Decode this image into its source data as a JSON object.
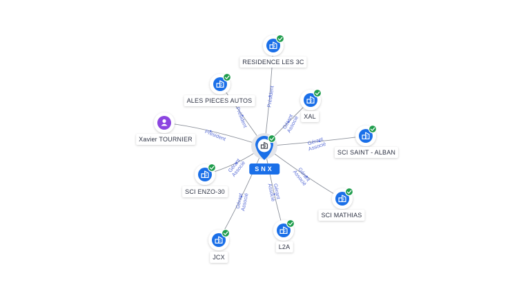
{
  "colors": {
    "edge": "#8a8f99",
    "edge_label": "#5b6fd6",
    "company_icon": "#1a6fe8",
    "person_icon": "#8b45e0",
    "check_badge": "#1f9d4c",
    "center_label_bg": "#1a6fe8"
  },
  "center": {
    "label": "SNX",
    "icon": "building-icon",
    "verified": true
  },
  "nodes": [
    {
      "id": "residence",
      "label": "RESIDENCE LES 3C",
      "type": "company",
      "verified": true
    },
    {
      "id": "ales",
      "label": "ALES PIECES AUTOS",
      "type": "company",
      "verified": true
    },
    {
      "id": "xal",
      "label": "XAL",
      "type": "company",
      "verified": true
    },
    {
      "id": "xavier",
      "label": "Xavier TOURNIER",
      "type": "person",
      "verified": false
    },
    {
      "id": "saintalban",
      "label": "SCI SAINT - ALBAN",
      "type": "company",
      "verified": true
    },
    {
      "id": "enzo",
      "label": "SCI ENZO-30",
      "type": "company",
      "verified": true
    },
    {
      "id": "mathias",
      "label": "SCI MATHIAS",
      "type": "company",
      "verified": true
    },
    {
      "id": "jcx",
      "label": "JCX",
      "type": "company",
      "verified": true
    },
    {
      "id": "l2a",
      "label": "L2A",
      "type": "company",
      "verified": true
    }
  ],
  "edges": [
    {
      "to": "residence",
      "label": [
        "Président"
      ]
    },
    {
      "to": "ales",
      "label": [
        "Président"
      ]
    },
    {
      "to": "xal",
      "label": [
        "Gérant",
        "Associé"
      ]
    },
    {
      "to": "xavier",
      "label": [
        "Président"
      ]
    },
    {
      "to": "saintalban",
      "label": [
        "Gérant",
        "Associé"
      ]
    },
    {
      "to": "enzo",
      "label": [
        "Gérant",
        "Associé"
      ]
    },
    {
      "to": "mathias",
      "label": [
        "Gérant",
        "Associé"
      ]
    },
    {
      "to": "jcx",
      "label": [
        "Gérant",
        "Associé"
      ]
    },
    {
      "to": "l2a",
      "label": [
        "Gérant",
        "Associé"
      ]
    }
  ]
}
